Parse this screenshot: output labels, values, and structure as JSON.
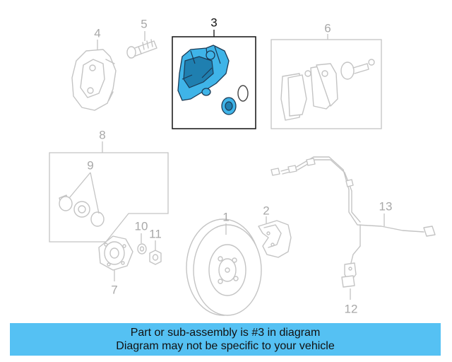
{
  "diagram": {
    "callouts": [
      {
        "id": "1",
        "label": "1"
      },
      {
        "id": "2",
        "label": "2"
      },
      {
        "id": "3",
        "label": "3"
      },
      {
        "id": "4",
        "label": "4"
      },
      {
        "id": "5",
        "label": "5"
      },
      {
        "id": "6",
        "label": "6"
      },
      {
        "id": "7",
        "label": "7"
      },
      {
        "id": "8",
        "label": "8"
      },
      {
        "id": "9",
        "label": "9"
      },
      {
        "id": "10",
        "label": "10"
      },
      {
        "id": "11",
        "label": "11"
      },
      {
        "id": "12",
        "label": "12"
      },
      {
        "id": "13",
        "label": "13"
      }
    ],
    "highlighted_part": "3",
    "highlight_color": "#3fb4e8",
    "part_color": "#c4c4c4"
  },
  "banner": {
    "line1": "Part or sub-assembly is #3 in diagram",
    "line2": "Diagram may not be specific to your vehicle",
    "background_color": "#55c1f3"
  }
}
